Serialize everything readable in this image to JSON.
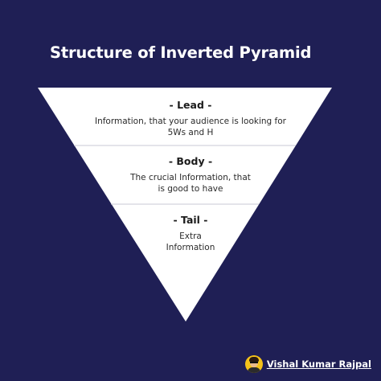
{
  "title": "Structure of Inverted Pyramid",
  "sections": [
    {
      "heading": "- Lead -",
      "lines": [
        "Information, that your audience is looking for",
        "5Ws and H"
      ]
    },
    {
      "heading": "- Body -",
      "lines": [
        "The crucial Information, that",
        "is good to have"
      ]
    },
    {
      "heading": "- Tail -",
      "lines": [
        "Extra",
        "Information"
      ]
    }
  ],
  "author": "Vishal Kumar Rajpal",
  "icons": {
    "avatar": "author-avatar-icon"
  },
  "colors": {
    "background": "#1f1f55",
    "pyramid_fill": "#ffffff",
    "divider": "#c9c9d4",
    "avatar_bg": "#f4c21a"
  }
}
